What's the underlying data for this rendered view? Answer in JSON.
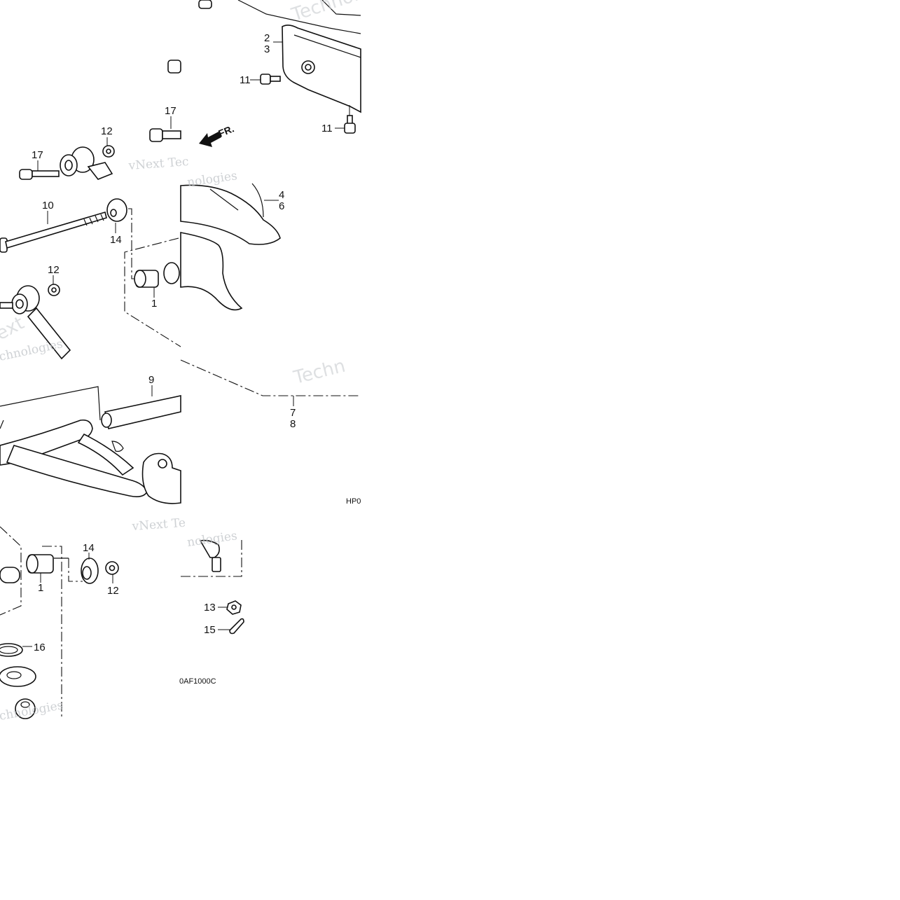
{
  "diagram": {
    "callouts": {
      "c1a": "1",
      "c1b": "1",
      "c2": "2",
      "c3": "3",
      "c4": "4",
      "c6": "6",
      "c7": "7",
      "c8": "8",
      "c9": "9",
      "c10": "10",
      "c11a": "11",
      "c11b": "11",
      "c12a": "12",
      "c12b": "12",
      "c12c": "12",
      "c13": "13",
      "c14a": "14",
      "c14b": "14",
      "c15": "15",
      "c16": "16",
      "c17a": "17",
      "c17b": "17"
    },
    "front_arrow_label": "FR.",
    "diagram_code_1": "HP0",
    "diagram_code_2": "0AF1000C",
    "watermarks": {
      "w1": "vNext Tec",
      "w2": "vNext Te",
      "w3": "nologies",
      "w4": "Technologies",
      "w5": "Techn",
      "w6": "Techn",
      "w7": "chnologies",
      "w8": "ext",
      "w9": "chnologies"
    },
    "colors": {
      "line": "#111111",
      "background": "#ffffff",
      "watermark": "#bfc3c7"
    }
  }
}
